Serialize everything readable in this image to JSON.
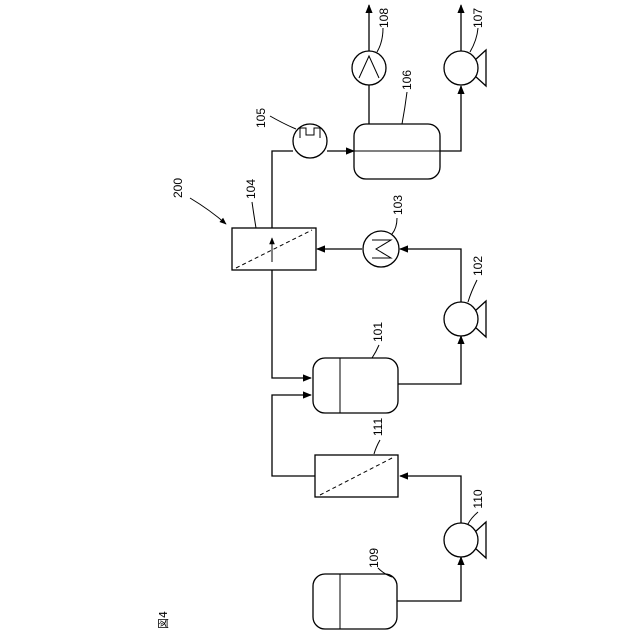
{
  "figure_label": "図4",
  "system_label": "200",
  "components": {
    "tank_101": "101",
    "pump_102": "102",
    "heater_103": "103",
    "membrane_104": "104",
    "compressor_105": "105",
    "tank_106": "106",
    "pump_107": "107",
    "blower_108": "108",
    "tank_109": "109",
    "pump_110": "110",
    "membrane_111": "111"
  }
}
